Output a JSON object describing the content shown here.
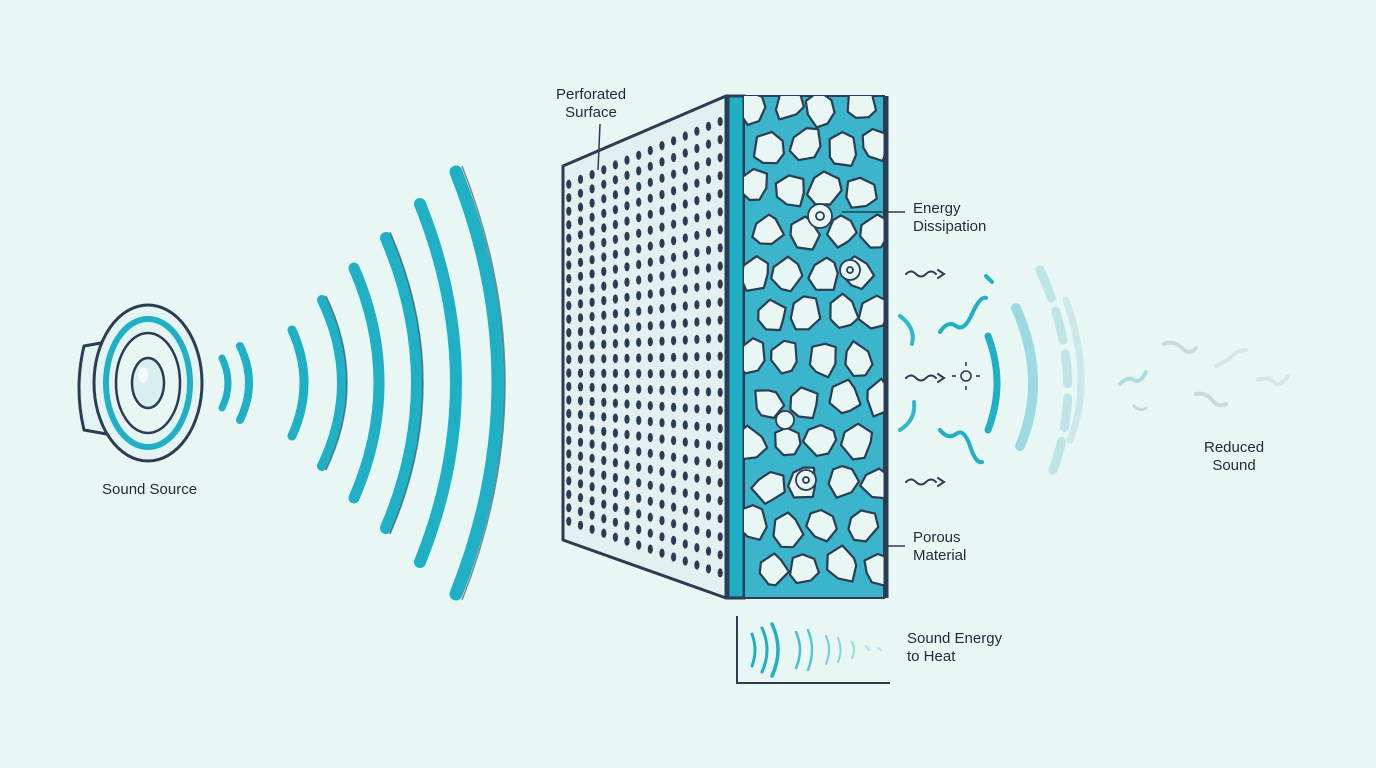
{
  "labels": {
    "sound_source": "Sound Source",
    "perforated_surface": [
      "Perforated",
      "Surface"
    ],
    "energy_dissipation": [
      "Energy",
      "Dissipation"
    ],
    "porous_material": [
      "Porous",
      "Material"
    ],
    "reduced_sound": [
      "Reduced",
      "Sound"
    ],
    "sound_energy_to_heat": [
      "Sound Energy",
      "to Heat"
    ]
  },
  "colors": {
    "background": "#e9f7f4",
    "wave": "#1fb0c6",
    "outline": "#2b3d52",
    "panel": "#e3f0f2",
    "porous_fill": "#3bb5cc"
  },
  "icons": {
    "source": "speaker-icon",
    "dissipation": "sparkle-icon",
    "exit": "squiggle-arrow-icon"
  }
}
